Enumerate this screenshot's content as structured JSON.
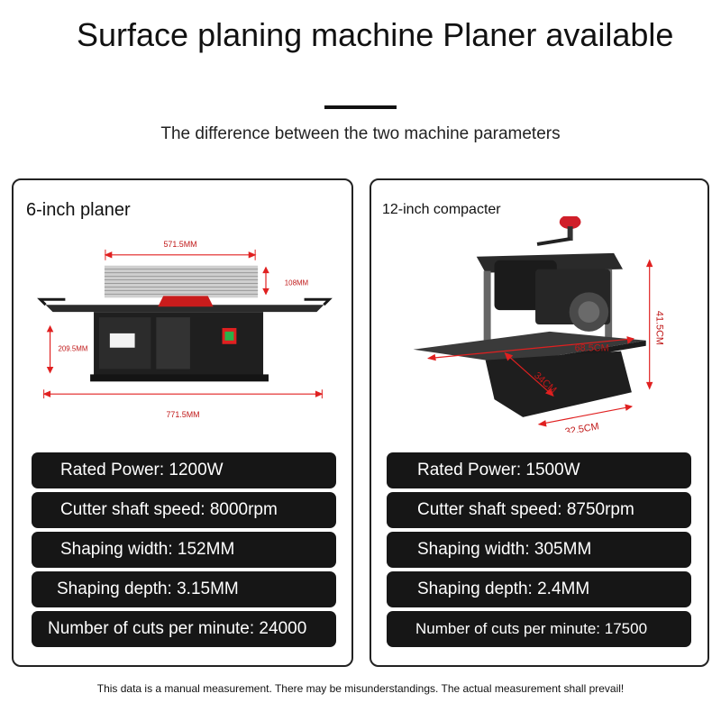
{
  "header": {
    "title": "Surface planing machine Planer available",
    "subtitle": "The difference between the two machine parameters"
  },
  "left_panel": {
    "title": "6-inch planer",
    "dimensions": {
      "top_length": "571.5MM",
      "fence_height": "108MM",
      "body_height": "209.5MM",
      "total_length": "771.5MM"
    },
    "specs": [
      "Rated Power: 1200W",
      "Cutter shaft speed: 8000rpm",
      "Shaping width: 152MM",
      "Shaping depth: 3.15MM",
      "Number of cuts per minute: 24000"
    ]
  },
  "right_panel": {
    "title": "12-inch compacter",
    "dimensions": {
      "height": "41.5CM",
      "table_length": "68.5CM",
      "table_width": "34CM",
      "base_depth": "32.5CM"
    },
    "specs": [
      "Rated Power: 1500W",
      "Cutter shaft speed: 8750rpm",
      "Shaping width: 305MM",
      "Shaping depth: 2.4MM",
      "Number of cuts per minute: 17500"
    ]
  },
  "footer": {
    "note": "This data is a manual measurement. There may be misunderstandings. The actual measurement shall prevail!"
  }
}
